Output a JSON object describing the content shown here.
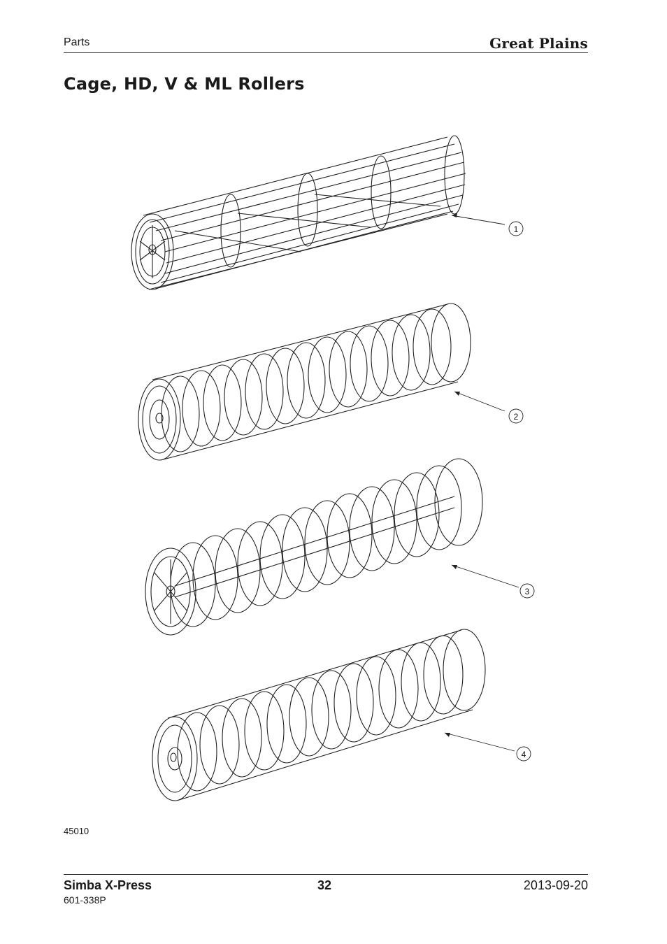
{
  "header": {
    "section": "Parts",
    "brand": "Great Plains"
  },
  "title": "Cage, HD, V & ML Rollers",
  "callouts": [
    "1",
    "2",
    "3",
    "4"
  ],
  "figure_number": "45010",
  "footer": {
    "model": "Simba X-Press",
    "page": "32",
    "date": "2013-09-20",
    "part_number": "601-338P"
  }
}
